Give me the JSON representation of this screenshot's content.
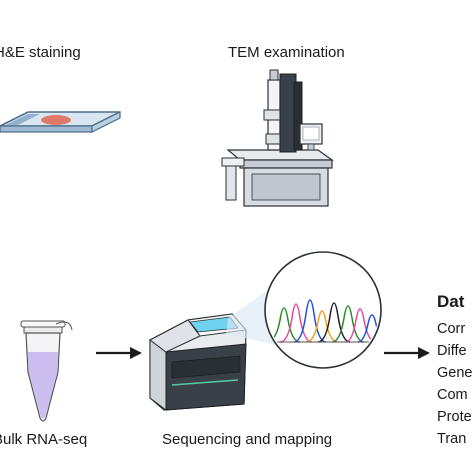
{
  "labels": {
    "he_staining": "H&E staining",
    "tem_examination": "TEM examination",
    "bulk_rnaseq": "Bulk RNA-seq",
    "sequencing_mapping": "Sequencing and mapping"
  },
  "data_panel": {
    "title": "Dat",
    "items": [
      "Corr",
      "Diffe",
      "Gene",
      "Com",
      "Prote",
      "Tran"
    ]
  },
  "colors": {
    "tube_liquid": "#c9b8f0",
    "sequencer_screen": "#6fd2ee",
    "tissue_sample": "#e07a6a",
    "chromatogram": [
      "#2a8a2a",
      "#e24a9a",
      "#1e4fd6",
      "#f3a11c",
      "#222222"
    ]
  }
}
